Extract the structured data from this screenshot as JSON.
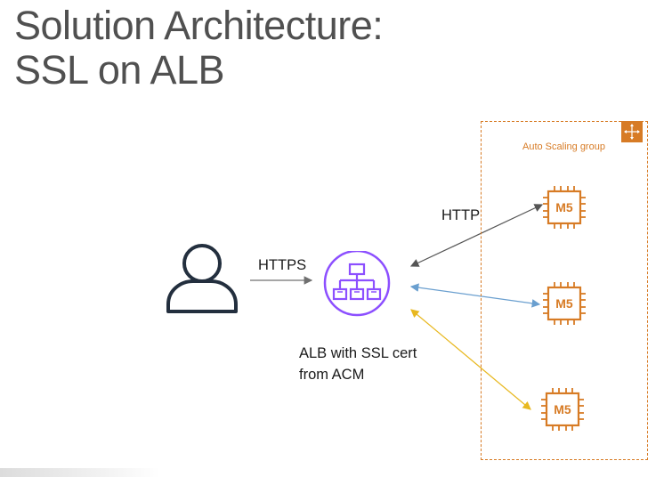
{
  "title": {
    "line1": "Solution Architecture:",
    "line2": "SSL on ALB"
  },
  "diagram": {
    "user": {
      "icon": "user-icon"
    },
    "load_balancer": {
      "icon": "application-load-balancer-icon",
      "caption_line1": "ALB with SSL cert",
      "caption_line2": "from ACM"
    },
    "client_link": {
      "label": "HTTPS",
      "color": "#707070"
    },
    "backend_link": {
      "label": "HTTP"
    },
    "auto_scaling_group": {
      "label": "Auto Scaling group",
      "icon": "auto-scaling-icon",
      "color": "#d77b25"
    },
    "instances": [
      {
        "label": "M5",
        "icon": "ec2-instance-icon",
        "link_color": "#555555"
      },
      {
        "label": "M5",
        "icon": "ec2-instance-icon",
        "link_color": "#6a9fcf"
      },
      {
        "label": "M5",
        "icon": "ec2-instance-icon",
        "link_color": "#e8b820"
      }
    ]
  }
}
